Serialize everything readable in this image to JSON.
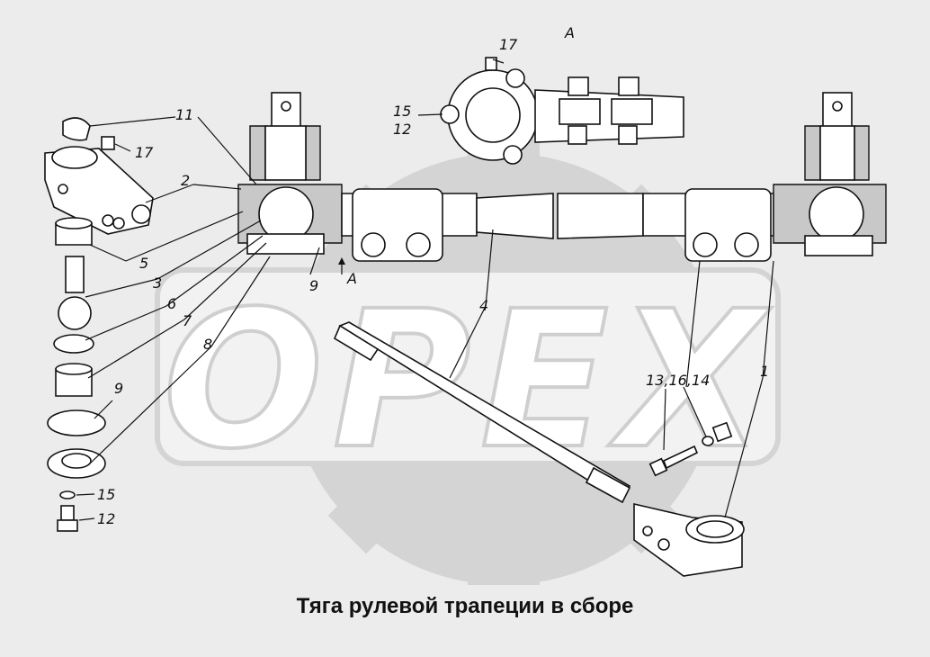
{
  "caption": "Тяга рулевой трапеции в сборе",
  "watermark": "OPEX",
  "view_label": "А",
  "section_arrow_label": "А",
  "callouts": [
    {
      "id": "c11",
      "text": "11"
    },
    {
      "id": "c17a",
      "text": "17"
    },
    {
      "id": "c2",
      "text": "2"
    },
    {
      "id": "c5",
      "text": "5"
    },
    {
      "id": "c3",
      "text": "3"
    },
    {
      "id": "c6",
      "text": "6"
    },
    {
      "id": "c7",
      "text": "7"
    },
    {
      "id": "c8",
      "text": "8"
    },
    {
      "id": "c9a",
      "text": "9"
    },
    {
      "id": "c9b",
      "text": "9"
    },
    {
      "id": "c15a",
      "text": "15"
    },
    {
      "id": "c12a",
      "text": "12"
    },
    {
      "id": "c17b",
      "text": "17"
    },
    {
      "id": "c15b",
      "text": "15"
    },
    {
      "id": "c12b",
      "text": "12"
    },
    {
      "id": "c4",
      "text": "4"
    },
    {
      "id": "c13",
      "text": "13,16,14"
    },
    {
      "id": "c1",
      "text": "1"
    }
  ]
}
